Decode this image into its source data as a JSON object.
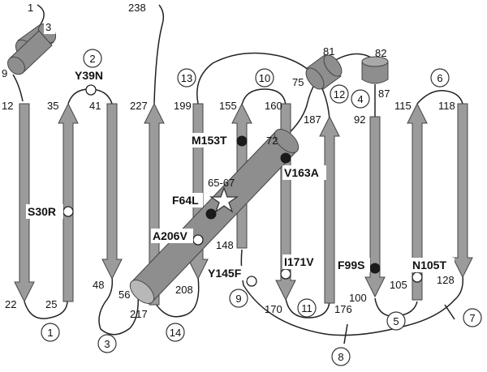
{
  "colors": {
    "strand_fill": "#9b9b9b",
    "strand_stroke": "#444444",
    "helix_fill": "#8e8e8e",
    "loop": "#222222",
    "mutation_filled": "#1a1a1a",
    "mutation_open": "#ffffff",
    "label_bg": "#ffffff"
  },
  "residue_numbers": {
    "r1": "1",
    "r3": "3",
    "r9": "9",
    "r12": "12",
    "r22": "22",
    "r25": "25",
    "r35": "35",
    "r41": "41",
    "r48": "48",
    "r56": "56",
    "r65_67": "65-67",
    "r72": "72",
    "r75": "75",
    "r81": "81",
    "r82": "82",
    "r87": "87",
    "r92": "92",
    "r100": "100",
    "r105": "105",
    "r115": "115",
    "r118": "118",
    "r128": "128",
    "r148": "148",
    "r155": "155",
    "r160": "160",
    "r170": "170",
    "r176": "176",
    "r187": "187",
    "r199": "199",
    "r208": "208",
    "r217": "217",
    "r227": "227",
    "r238": "238"
  },
  "mutations": {
    "s30r": "S30R",
    "y39n": "Y39N",
    "f64l": "F64L",
    "m153t": "M153T",
    "v163a": "V163A",
    "a206v": "A206V",
    "y145f": "Y145F",
    "i171v": "I171V",
    "f99s": "F99S",
    "n105t": "N105T"
  },
  "strand_labels": {
    "s1": "1",
    "s2": "2",
    "s3": "3",
    "s4": "4",
    "s5": "5",
    "s6": "6",
    "s7": "7",
    "s8": "8",
    "s9": "9",
    "s10": "10",
    "s11": "11",
    "s12": "12",
    "s13": "13",
    "s14": "14"
  },
  "chromophore_icon": "star-icon"
}
